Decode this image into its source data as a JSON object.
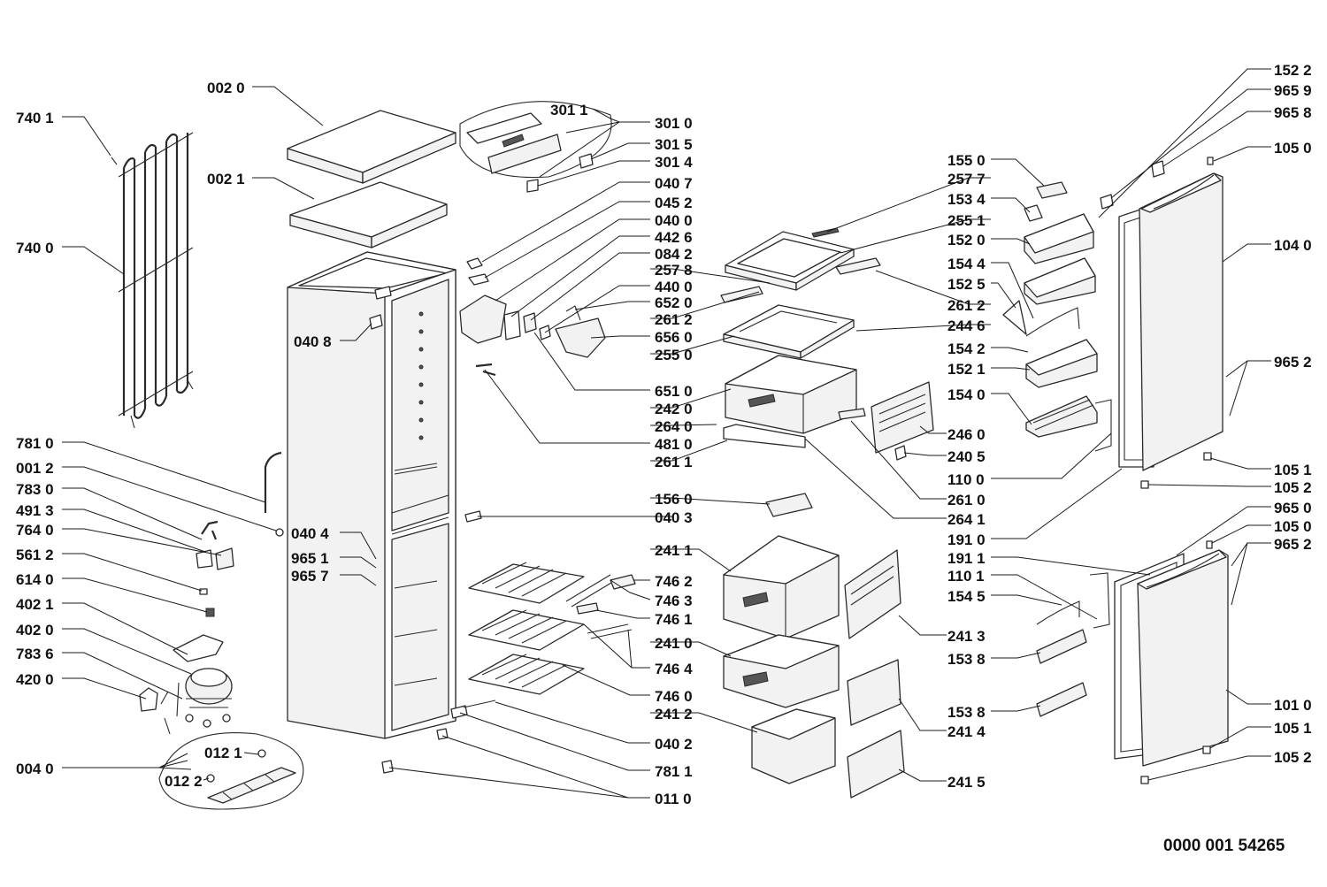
{
  "diagram": {
    "document_code": "0000 001 54265",
    "labels": [
      {
        "id": "l-740-1",
        "text": "740 1"
      },
      {
        "id": "l-740-0",
        "text": "740 0"
      },
      {
        "id": "l-781-0",
        "text": "781 0"
      },
      {
        "id": "l-001-2",
        "text": "001 2"
      },
      {
        "id": "l-783-0",
        "text": "783 0"
      },
      {
        "id": "l-491-3",
        "text": "491 3"
      },
      {
        "id": "l-764-0",
        "text": "764 0"
      },
      {
        "id": "l-561-2",
        "text": "561 2"
      },
      {
        "id": "l-614-0",
        "text": "614 0"
      },
      {
        "id": "l-402-1",
        "text": "402 1"
      },
      {
        "id": "l-402-0",
        "text": "402 0"
      },
      {
        "id": "l-783-6",
        "text": "783 6"
      },
      {
        "id": "l-420-0",
        "text": "420 0"
      },
      {
        "id": "l-004-0",
        "text": "004 0"
      },
      {
        "id": "l-012-1",
        "text": "012 1"
      },
      {
        "id": "l-012-2",
        "text": "012 2"
      },
      {
        "id": "l-002-0",
        "text": "002 0"
      },
      {
        "id": "l-002-1",
        "text": "002 1"
      },
      {
        "id": "l-040-8",
        "text": "040 8"
      },
      {
        "id": "l-040-4",
        "text": "040 4"
      },
      {
        "id": "l-965-1a",
        "text": "965 1"
      },
      {
        "id": "l-965-7b",
        "text": "965 7"
      },
      {
        "id": "l-301-1",
        "text": "301 1"
      },
      {
        "id": "l-301-0",
        "text": "301 0"
      },
      {
        "id": "l-301-5",
        "text": "301 5"
      },
      {
        "id": "l-301-4",
        "text": "301 4"
      },
      {
        "id": "l-040-7",
        "text": "040 7"
      },
      {
        "id": "l-045-2",
        "text": "045 2"
      },
      {
        "id": "l-040-0",
        "text": "040 0"
      },
      {
        "id": "l-442-6",
        "text": "442 6"
      },
      {
        "id": "l-084-2",
        "text": "084 2"
      },
      {
        "id": "l-257-8",
        "text": "257 8"
      },
      {
        "id": "l-440-0",
        "text": "440 0"
      },
      {
        "id": "l-652-0",
        "text": "652 0"
      },
      {
        "id": "l-261-2a",
        "text": "261 2"
      },
      {
        "id": "l-656-0",
        "text": "656 0"
      },
      {
        "id": "l-255-0",
        "text": "255 0"
      },
      {
        "id": "l-651-0",
        "text": "651 0"
      },
      {
        "id": "l-242-0",
        "text": "242 0"
      },
      {
        "id": "l-264-0",
        "text": "264 0"
      },
      {
        "id": "l-481-0",
        "text": "481 0"
      },
      {
        "id": "l-261-1",
        "text": "261 1"
      },
      {
        "id": "l-156-0",
        "text": "156 0"
      },
      {
        "id": "l-040-3",
        "text": "040 3"
      },
      {
        "id": "l-241-1",
        "text": "241 1"
      },
      {
        "id": "l-746-2",
        "text": "746 2"
      },
      {
        "id": "l-746-3",
        "text": "746 3"
      },
      {
        "id": "l-746-1",
        "text": "746 1"
      },
      {
        "id": "l-241-0",
        "text": "241 0"
      },
      {
        "id": "l-746-4",
        "text": "746 4"
      },
      {
        "id": "l-746-0",
        "text": "746 0"
      },
      {
        "id": "l-241-2",
        "text": "241 2"
      },
      {
        "id": "l-040-2",
        "text": "040 2"
      },
      {
        "id": "l-781-1",
        "text": "781 1"
      },
      {
        "id": "l-011-0",
        "text": "011 0"
      },
      {
        "id": "l-155-0",
        "text": "155 0"
      },
      {
        "id": "l-257-7",
        "text": "257 7"
      },
      {
        "id": "l-153-4",
        "text": "153 4"
      },
      {
        "id": "l-255-1",
        "text": "255 1"
      },
      {
        "id": "l-152-0",
        "text": "152 0"
      },
      {
        "id": "l-154-4",
        "text": "154 4"
      },
      {
        "id": "l-152-5",
        "text": "152 5"
      },
      {
        "id": "l-261-2b",
        "text": "261 2"
      },
      {
        "id": "l-244-6",
        "text": "244 6"
      },
      {
        "id": "l-154-2",
        "text": "154 2"
      },
      {
        "id": "l-152-1",
        "text": "152 1"
      },
      {
        "id": "l-154-0",
        "text": "154 0"
      },
      {
        "id": "l-246-0",
        "text": "246 0"
      },
      {
        "id": "l-240-5",
        "text": "240 5"
      },
      {
        "id": "l-110-0",
        "text": "110 0"
      },
      {
        "id": "l-261-0",
        "text": "261 0"
      },
      {
        "id": "l-264-1",
        "text": "264 1"
      },
      {
        "id": "l-191-0",
        "text": "191 0"
      },
      {
        "id": "l-191-1",
        "text": "191 1"
      },
      {
        "id": "l-110-1",
        "text": "110 1"
      },
      {
        "id": "l-154-5",
        "text": "154 5"
      },
      {
        "id": "l-153-8a",
        "text": "153 8"
      },
      {
        "id": "l-153-8b",
        "text": "153 8"
      },
      {
        "id": "l-241-3",
        "text": "241 3"
      },
      {
        "id": "l-241-4",
        "text": "241 4"
      },
      {
        "id": "l-241-5",
        "text": "241 5"
      },
      {
        "id": "l-152-2",
        "text": "152 2"
      },
      {
        "id": "l-965-9",
        "text": "965 9"
      },
      {
        "id": "l-965-8",
        "text": "965 8"
      },
      {
        "id": "l-105-0a",
        "text": "105 0"
      },
      {
        "id": "l-104-0",
        "text": "104 0"
      },
      {
        "id": "l-965-2a",
        "text": "965 2"
      },
      {
        "id": "l-105-1a",
        "text": "105 1"
      },
      {
        "id": "l-105-2a",
        "text": "105 2"
      },
      {
        "id": "l-965-0",
        "text": "965 0"
      },
      {
        "id": "l-105-0b",
        "text": "105 0"
      },
      {
        "id": "l-965-2b",
        "text": "965 2"
      },
      {
        "id": "l-101-0",
        "text": "101 0"
      },
      {
        "id": "l-105-1b",
        "text": "105 1"
      },
      {
        "id": "l-105-2b",
        "text": "105 2"
      }
    ]
  }
}
